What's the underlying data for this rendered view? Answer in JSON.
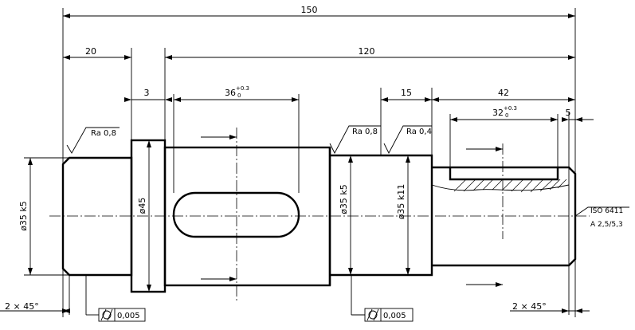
{
  "dimensions": {
    "overall_length": "150",
    "left_journal_length": "20",
    "length_120": "120",
    "collar_width": "3",
    "keyway_left_length": "36",
    "keyway_left_tol_upper": "+0.3",
    "keyway_left_tol_lower": "0",
    "shoulder_15": "15",
    "right_section_42": "42",
    "keyway_right_length": "32",
    "keyway_right_tol_upper": "+0.3",
    "keyway_right_tol_lower": "0",
    "end_offset_5": "5"
  },
  "diameters": {
    "left_journal": "ø35 k5",
    "collar": "ø45",
    "middle_journal": "ø35 k5",
    "middle_section": "ø35 k11"
  },
  "surface_finish": {
    "left": "Ra 0,8",
    "middle": "Ra 0,8",
    "right": "Ra 0,4"
  },
  "chamfers": {
    "left": "2 × 45°",
    "right": "2 × 45°"
  },
  "tolerance_frames": [
    {
      "symbol": "cylindricity",
      "value": "0,005"
    },
    {
      "symbol": "cylindricity",
      "value": "0,005"
    }
  ],
  "center_hole": {
    "line1": "ISO 6411",
    "line2": "A 2,5/5,3"
  }
}
